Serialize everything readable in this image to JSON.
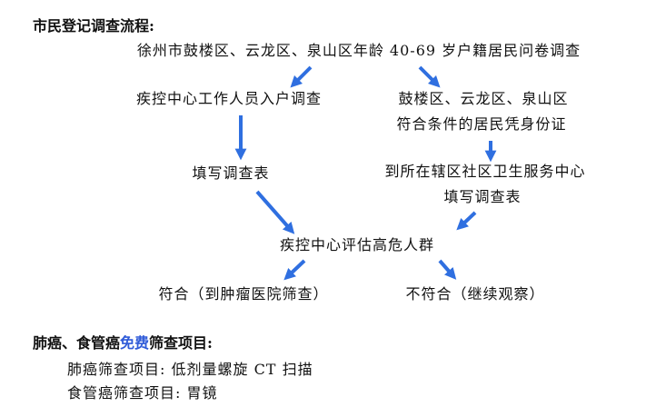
{
  "section1": {
    "title": "市民登记调查流程:",
    "top_node": "徐州市鼓楼区、云龙区、泉山区年龄 40-69 岁户籍居民问卷调查",
    "left_step1": "疾控中心工作人员入户调查",
    "left_step2": "填写调查表",
    "right_step1_line1": "鼓楼区、云龙区、泉山区",
    "right_step1_line2": "符合条件的居民凭身份证",
    "right_step2_line1": "到所在辖区社区卫生服务中心",
    "right_step2_line2": "填写调查表",
    "assess": "疾控中心评估高危人群",
    "result_yes": "符合（到肿瘤医院筛查）",
    "result_no": "不符合（继续观察）"
  },
  "section2": {
    "title_part1": "肺癌、食管癌",
    "title_highlight": "免费",
    "title_part2": "筛查项目:",
    "item1": "肺癌筛查项目: 低剂量螺旋 CT 扫描",
    "item2": "食管癌筛查项目: 胃镜"
  },
  "colors": {
    "arrow": "#2f6fe0",
    "highlight": "#2f5bd8",
    "text": "#111111"
  }
}
